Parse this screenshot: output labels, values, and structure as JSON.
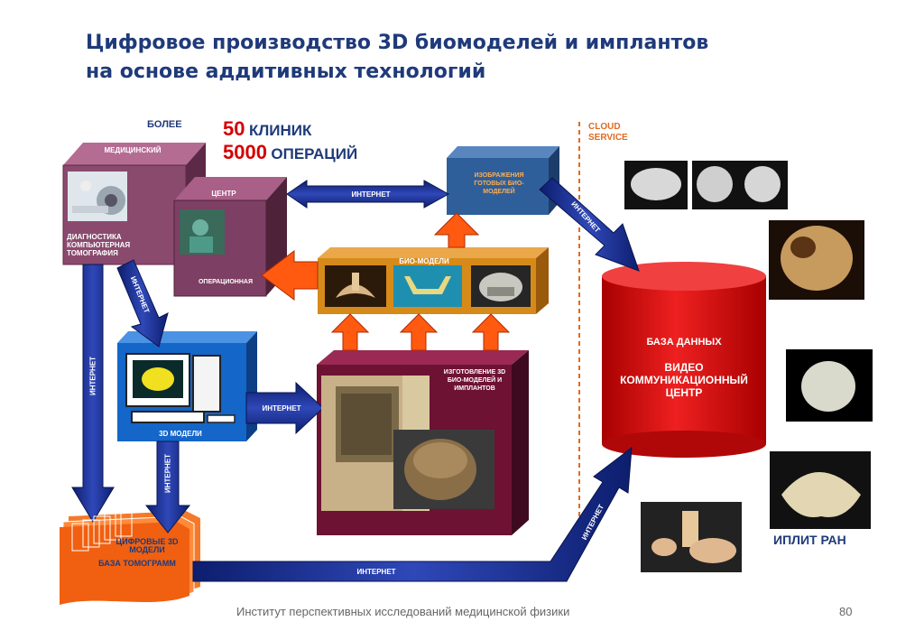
{
  "title": {
    "line1": "Цифровое производство 3D биомоделей и имплантов",
    "line2": "на основе аддитивных технологий"
  },
  "stats": {
    "more": "БОЛЕЕ",
    "clinics_num": "50",
    "clinics_label": "КЛИНИК",
    "ops_num": "5000",
    "ops_label": "ОПЕРАЦИЙ"
  },
  "cloud": {
    "line1": "CLOUD",
    "line2": "SERVICE"
  },
  "boxes": {
    "medical": "МЕДИЦИНСКИЙ",
    "center": "ЦЕНТР",
    "diagnostics": "ДИАГНОСТИКА КОМПЬЮТЕРНАЯ ТОМОГРАФИЯ",
    "operating": "ОПЕРАЦИОННАЯ",
    "ready_images": "ИЗОБРАЖЕНИЯ ГОТОВЫХ БИО-МОДЕЛЕЙ",
    "bio_models": "БИО-МОДЕЛИ",
    "models_3d": "3D МОДЕЛИ",
    "manufacturing": "ИЗГОТОВЛЕНИЕ 3D БИО-МОДЕЛЕЙ И ИМПЛАНТОВ",
    "digital_models": "ЦИФРОВЫЕ 3D МОДЕЛИ",
    "tomogram_base": "БАЗА ТОМОГРАММ"
  },
  "database": {
    "line1": "БАЗА ДАННЫХ",
    "line2": "ВИДЕО",
    "line3": "КОММУНИКАЦИОННЫЙ",
    "line4": "ЦЕНТР"
  },
  "internet": "ИНТЕРНЕТ",
  "iplit": "ИПЛИТ РАН",
  "footer": "Институт перспективных исследований медицинской физики",
  "page_number": "80",
  "colors": {
    "title": "#1f3a7a",
    "medical_box": "#8a4a6e",
    "arrow_blue": "#1a2d8f",
    "arrow_orange": "#ff5a10",
    "bio_box": "#d68a1a",
    "models3d_box": "#1466c8",
    "manufacturing_box": "#6e1233",
    "database": "#dd1111",
    "ready_box": "#2f5f9a",
    "cloud_line": "#e06a20"
  }
}
